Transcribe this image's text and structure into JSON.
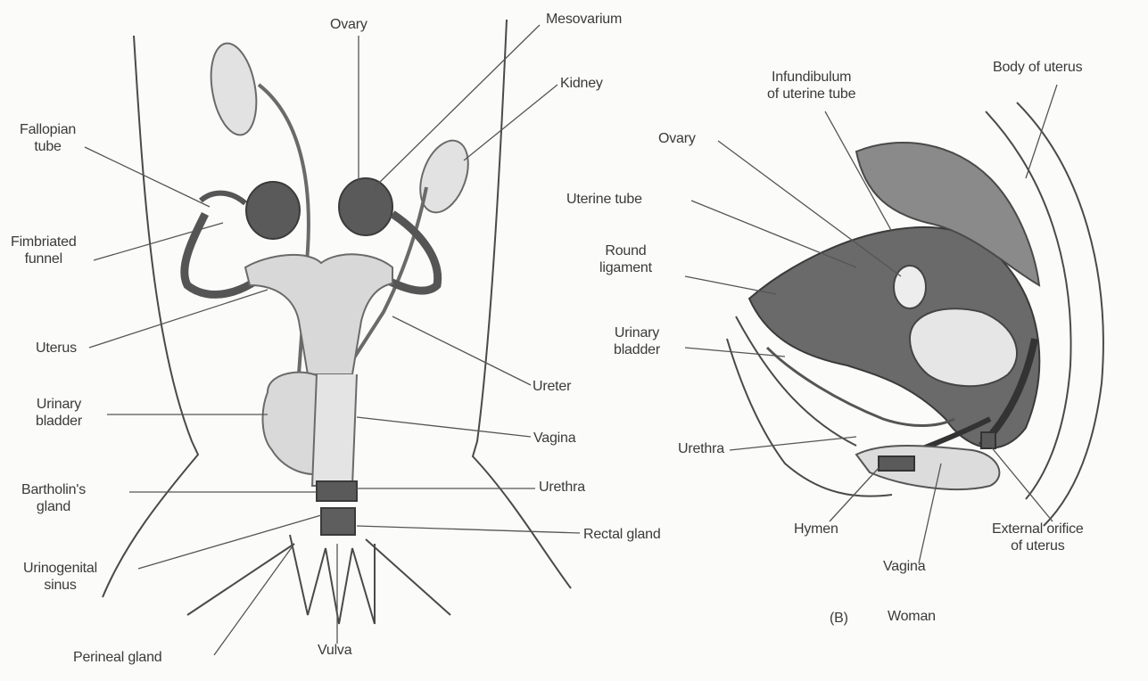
{
  "colors": {
    "ink": "#3a3a3a",
    "organ_dark": "#555555",
    "organ_fill": "#cfcfcf",
    "organ_light": "#e4e4e4",
    "background": "#fbfbfa"
  },
  "left_figure": {
    "labels": {
      "ovary": "Ovary",
      "mesovarium": "Mesovarium",
      "kidney": "Kidney",
      "fallopian_tube": "Fallopian\ntube",
      "fimbriated_funnel": "Fimbriated\nfunnel",
      "uterus": "Uterus",
      "ureter": "Ureter",
      "urinary_bladder": "Urinary\nbladder",
      "vagina": "Vagina",
      "bartholins_gland": "Bartholin's\ngland",
      "urethra": "Urethra",
      "rectal_gland": "Rectal gland",
      "urinogenital_sinus": "Urinogenital\nsinus",
      "perineal_gland": "Perineal gland",
      "vulva": "Vulva"
    }
  },
  "right_figure": {
    "labels": {
      "infundibulum": "Infundibulum\nof uterine tube",
      "body_of_uterus": "Body of uterus",
      "ovary": "Ovary",
      "uterine_tube": "Uterine tube",
      "round_ligament": "Round\nligament",
      "urinary_bladder": "Urinary\nbladder",
      "urethra": "Urethra",
      "hymen": "Hymen",
      "vagina": "Vagina",
      "external_orifice": "External orifice\nof uterus"
    },
    "caption": {
      "marker": "(B)",
      "text": "Woman"
    }
  }
}
